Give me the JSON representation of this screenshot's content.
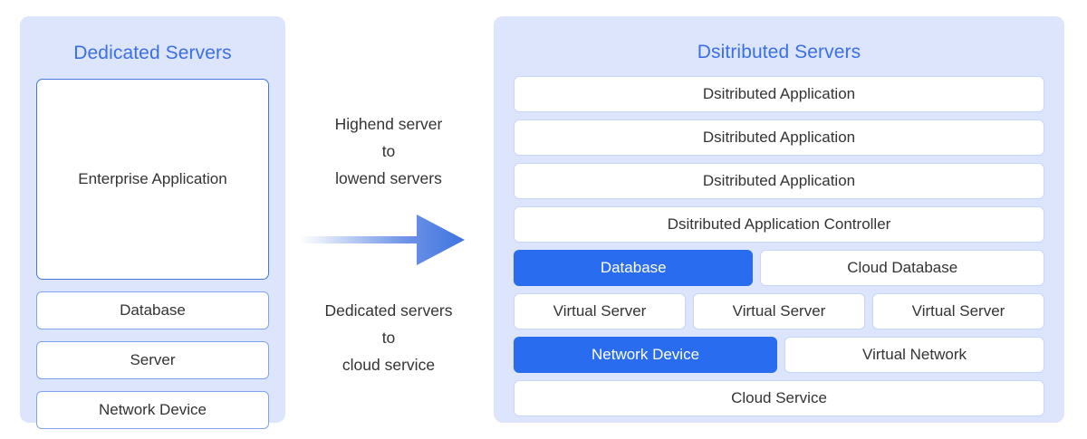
{
  "colors": {
    "panel_background": "#DCE5FB",
    "title_blue": "#3B6FE8",
    "highlight_blue": "#2A6CF0",
    "box_border_light": "#C8D6F8",
    "box_border_medium": "#7FA3EE",
    "box_border_strong": "#4277E0",
    "text_dark": "#333333",
    "box_background": "#FFFFFF"
  },
  "left_panel": {
    "title": "Dedicated Servers",
    "main_box": {
      "label": "Enterprise Application"
    },
    "boxes": [
      {
        "label": "Database"
      },
      {
        "label": "Server"
      },
      {
        "label": "Network Device"
      }
    ]
  },
  "middle": {
    "top_caption": {
      "line1": "Highend server",
      "line2": "to",
      "line3": "lowend servers"
    },
    "bottom_caption": {
      "line1": "Dedicated servers",
      "line2": "to",
      "line3": "cloud service"
    },
    "arrow": {
      "icon": "arrow-right-icon",
      "direction": "right",
      "gradient_from": "#FFFFFF",
      "gradient_to": "#3F74E0"
    }
  },
  "right_panel": {
    "title": "Dsitributed Servers",
    "rows": [
      {
        "cells": [
          {
            "label": "Dsitributed Application",
            "highlighted": false
          }
        ]
      },
      {
        "cells": [
          {
            "label": "Dsitributed Application",
            "highlighted": false
          }
        ]
      },
      {
        "cells": [
          {
            "label": "Dsitributed Application",
            "highlighted": false
          }
        ]
      },
      {
        "cells": [
          {
            "label": "Dsitributed Application Controller",
            "highlighted": false
          }
        ]
      },
      {
        "cells": [
          {
            "label": "Database",
            "highlighted": true
          },
          {
            "label": "Cloud Database",
            "highlighted": false
          }
        ]
      },
      {
        "cells": [
          {
            "label": "Virtual Server",
            "highlighted": false
          },
          {
            "label": "Virtual Server",
            "highlighted": false
          },
          {
            "label": "Virtual Server",
            "highlighted": false
          }
        ]
      },
      {
        "cells": [
          {
            "label": "Network Device",
            "highlighted": true
          },
          {
            "label": "Virtual Network",
            "highlighted": false
          }
        ]
      },
      {
        "cells": [
          {
            "label": "Cloud Service",
            "highlighted": false
          }
        ]
      }
    ]
  }
}
